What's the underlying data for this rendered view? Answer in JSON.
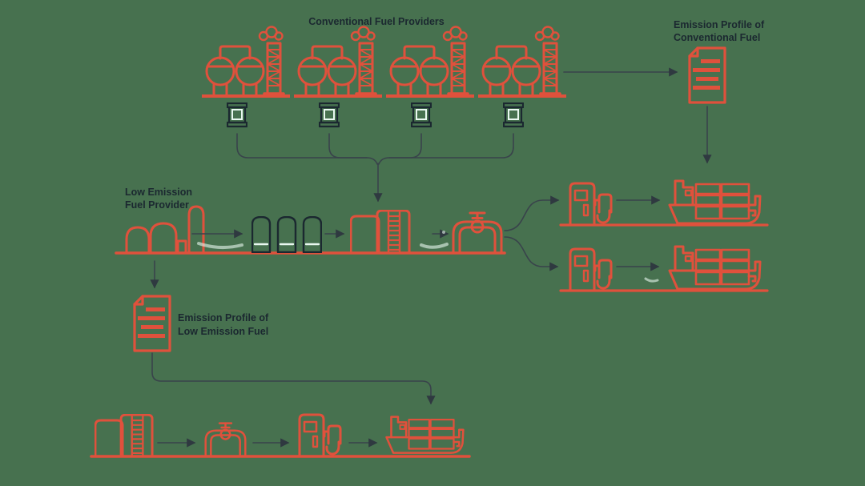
{
  "colors": {
    "background": "#47714F",
    "accent_red": "#E0513C",
    "dark_navy": "#1B2830",
    "connector": "#39434B",
    "highlight": "#E9F8F0"
  },
  "labels": {
    "conventional_providers": "Conventional Fuel Providers",
    "emission_profile_conventional_line1": "Emission Profile of",
    "emission_profile_conventional_line2": "Conventional Fuel",
    "low_emission_provider_line1": "Low Emission",
    "low_emission_provider_line2": "Fuel Provider",
    "emission_profile_low_line1": "Emission Profile of",
    "emission_profile_low_line2": "Low Emission Fuel"
  },
  "diagram": {
    "type": "flow",
    "nodes": [
      {
        "id": "conventional-refinery-1",
        "icon": "refinery-icon"
      },
      {
        "id": "conventional-refinery-2",
        "icon": "refinery-icon"
      },
      {
        "id": "conventional-refinery-3",
        "icon": "refinery-icon"
      },
      {
        "id": "conventional-refinery-4",
        "icon": "refinery-icon"
      },
      {
        "id": "fuel-barrel-1",
        "icon": "oil-barrel-icon"
      },
      {
        "id": "fuel-barrel-2",
        "icon": "oil-barrel-icon"
      },
      {
        "id": "fuel-barrel-3",
        "icon": "oil-barrel-icon"
      },
      {
        "id": "fuel-barrel-4",
        "icon": "oil-barrel-icon"
      },
      {
        "id": "emission-profile-conventional",
        "icon": "document-icon",
        "label": "Emission Profile of Conventional Fuel"
      },
      {
        "id": "low-emission-fuel-provider",
        "icon": "dome-plant-icon",
        "label": "Low Emission Fuel Provider"
      },
      {
        "id": "storage-tanks",
        "icon": "storage-tanks-icon"
      },
      {
        "id": "processing-plant",
        "icon": "processing-plant-icon"
      },
      {
        "id": "pipeline-valve",
        "icon": "pipeline-valve-icon"
      },
      {
        "id": "fuel-pump-1",
        "icon": "fuel-pump-icon"
      },
      {
        "id": "fuel-pump-2",
        "icon": "fuel-pump-icon"
      },
      {
        "id": "container-ship-1",
        "icon": "container-ship-icon"
      },
      {
        "id": "container-ship-2",
        "icon": "container-ship-icon"
      },
      {
        "id": "emission-profile-low",
        "icon": "document-icon",
        "label": "Emission Profile of Low Emission Fuel"
      },
      {
        "id": "bottom-processing-plant",
        "icon": "processing-plant-icon"
      },
      {
        "id": "bottom-pipeline-valve",
        "icon": "pipeline-valve-icon"
      },
      {
        "id": "bottom-fuel-pump",
        "icon": "fuel-pump-icon"
      },
      {
        "id": "bottom-container-ship",
        "icon": "container-ship-icon"
      }
    ],
    "edges": [
      [
        "conventional-refinery-1",
        "processing-plant"
      ],
      [
        "conventional-refinery-2",
        "processing-plant"
      ],
      [
        "conventional-refinery-3",
        "processing-plant"
      ],
      [
        "conventional-refinery-4",
        "processing-plant"
      ],
      [
        "conventional-refinery-4",
        "emission-profile-conventional"
      ],
      [
        "emission-profile-conventional",
        "container-ship-1"
      ],
      [
        "low-emission-fuel-provider",
        "storage-tanks"
      ],
      [
        "storage-tanks",
        "processing-plant"
      ],
      [
        "processing-plant",
        "pipeline-valve"
      ],
      [
        "pipeline-valve",
        "fuel-pump-1"
      ],
      [
        "pipeline-valve",
        "fuel-pump-2"
      ],
      [
        "fuel-pump-1",
        "container-ship-1"
      ],
      [
        "fuel-pump-2",
        "container-ship-2"
      ],
      [
        "low-emission-fuel-provider",
        "emission-profile-low"
      ],
      [
        "emission-profile-low",
        "bottom-container-ship"
      ],
      [
        "bottom-processing-plant",
        "bottom-pipeline-valve"
      ],
      [
        "bottom-pipeline-valve",
        "bottom-fuel-pump"
      ],
      [
        "bottom-fuel-pump",
        "bottom-container-ship"
      ]
    ]
  }
}
